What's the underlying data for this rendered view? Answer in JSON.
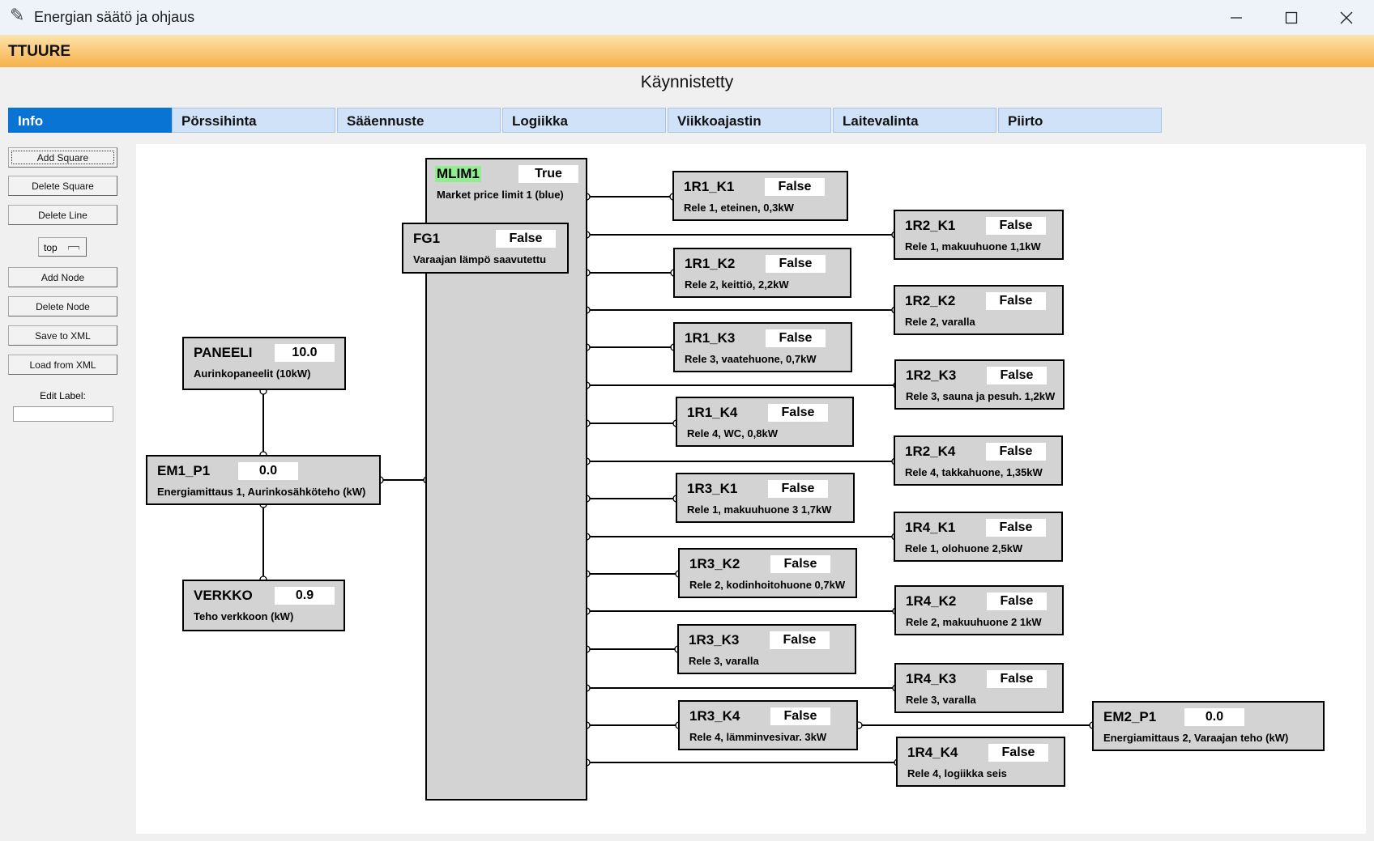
{
  "window": {
    "title": "Energian säätö ja ohjaus",
    "icon": "feather-icon"
  },
  "header": {
    "brand": "TTUURE"
  },
  "status": {
    "text": "Käynnistetty"
  },
  "tabs": [
    "Info",
    "Pörssihinta",
    "Sääennuste",
    "Logiikka",
    "Viikkoajastin",
    "Laitevalinta",
    "Piirto"
  ],
  "active_tab": "Info",
  "sidebar": {
    "add_square": "Add Square",
    "delete_square": "Delete Square",
    "delete_line": "Delete Line",
    "position_select": "top",
    "add_node": "Add Node",
    "delete_node": "Delete Node",
    "save_xml": "Save to XML",
    "load_xml": "Load from XML",
    "edit_label": "Edit Label:",
    "edit_value": ""
  },
  "nodes": {
    "mlim1": {
      "name": "MLIM1",
      "value": "True",
      "desc": "Market price limit 1 (blue)",
      "highlight": "#90ee90"
    },
    "fg1": {
      "name": "FG1",
      "value": "False",
      "desc": "Varaajan lämpö saavutettu"
    },
    "paneeli": {
      "name": "PANEELI",
      "value": "10.0",
      "desc": "Aurinkopaneelit (10kW)"
    },
    "em1_p1": {
      "name": "EM1_P1",
      "value": "0.0",
      "desc": "Energiamittaus 1, Aurinkosähköteho (kW)"
    },
    "verkko": {
      "name": "VERKKO",
      "value": "0.9",
      "desc": "Teho verkkoon (kW)"
    },
    "r1_k1": {
      "name": "1R1_K1",
      "value": "False",
      "desc": "Rele 1, eteinen, 0,3kW"
    },
    "r1_k2": {
      "name": "1R1_K2",
      "value": "False",
      "desc": "Rele 2, keittiö, 2,2kW"
    },
    "r1_k3": {
      "name": "1R1_K3",
      "value": "False",
      "desc": "Rele 3, vaatehuone, 0,7kW"
    },
    "r1_k4": {
      "name": "1R1_K4",
      "value": "False",
      "desc": "Rele 4, WC, 0,8kW"
    },
    "r3_k1": {
      "name": "1R3_K1",
      "value": "False",
      "desc": "Rele 1, makuuhuone 3 1,7kW"
    },
    "r3_k2": {
      "name": "1R3_K2",
      "value": "False",
      "desc": "Rele 2, kodinhoitohuone 0,7kW"
    },
    "r3_k3": {
      "name": "1R3_K3",
      "value": "False",
      "desc": "Rele 3, varalla"
    },
    "r3_k4": {
      "name": "1R3_K4",
      "value": "False",
      "desc": "Rele 4, lämminvesivar. 3kW"
    },
    "r2_k1": {
      "name": "1R2_K1",
      "value": "False",
      "desc": "Rele 1, makuuhuone 1,1kW"
    },
    "r2_k2": {
      "name": "1R2_K2",
      "value": "False",
      "desc": "Rele 2, varalla"
    },
    "r2_k3": {
      "name": "1R2_K3",
      "value": "False",
      "desc": "Rele 3, sauna ja pesuh. 1,2kW"
    },
    "r2_k4": {
      "name": "1R2_K4",
      "value": "False",
      "desc": "Rele 4, takkahuone, 1,35kW"
    },
    "r4_k1": {
      "name": "1R4_K1",
      "value": "False",
      "desc": "Rele 1, olohuone 2,5kW"
    },
    "r4_k2": {
      "name": "1R4_K2",
      "value": "False",
      "desc": "Rele 2, makuuhuone 2 1kW"
    },
    "r4_k3": {
      "name": "1R4_K3",
      "value": "False",
      "desc": "Rele 3, varalla"
    },
    "r4_k4": {
      "name": "1R4_K4",
      "value": "False",
      "desc": "Rele 4, logiikka seis"
    },
    "em2_p1": {
      "name": "EM2_P1",
      "value": "0.0",
      "desc": "Energiamittaus 2, Varaajan teho (kW)"
    }
  }
}
